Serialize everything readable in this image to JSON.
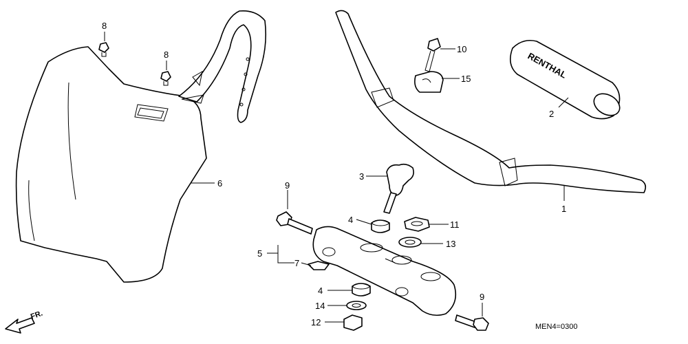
{
  "diagram": {
    "callouts": [
      {
        "id": "c-8a",
        "text": "8"
      },
      {
        "id": "c-8b",
        "text": "8"
      },
      {
        "id": "c-6",
        "text": "6"
      },
      {
        "id": "c-10",
        "text": "10"
      },
      {
        "id": "c-15",
        "text": "15"
      },
      {
        "id": "c-2",
        "text": "2"
      },
      {
        "id": "c-3",
        "text": "3"
      },
      {
        "id": "c-9a",
        "text": "9"
      },
      {
        "id": "c-4a",
        "text": "4"
      },
      {
        "id": "c-11",
        "text": "11"
      },
      {
        "id": "c-13",
        "text": "13"
      },
      {
        "id": "c-1",
        "text": "1"
      },
      {
        "id": "c-5",
        "text": "5"
      },
      {
        "id": "c-7",
        "text": "7"
      },
      {
        "id": "c-4b",
        "text": "4"
      },
      {
        "id": "c-14",
        "text": "14"
      },
      {
        "id": "c-12",
        "text": "12"
      },
      {
        "id": "c-9b",
        "text": "9"
      }
    ],
    "grip_brand": "RENTHAL",
    "direction_label": "FR.",
    "diagram_code": "MEN4=0300"
  }
}
